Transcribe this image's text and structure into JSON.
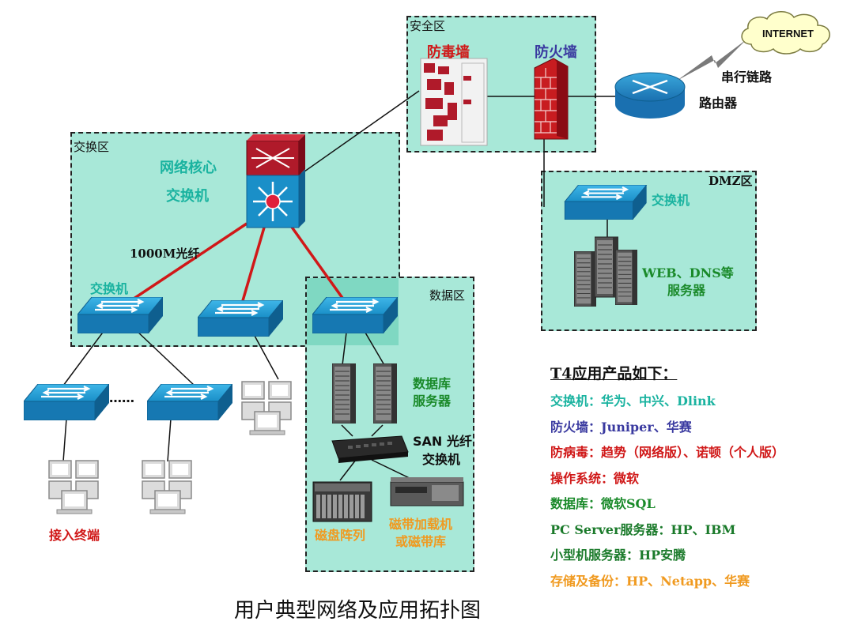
{
  "zones": {
    "security": "安全区",
    "switching": "交换区",
    "data": "数据区",
    "dmz": "DMZ区"
  },
  "labels": {
    "antivirus": "防毒墙",
    "firewall": "防火墙",
    "internet": "INTERNET",
    "serial_link": "串行链路",
    "router": "路由器",
    "core_switch_1": "网络核心",
    "core_switch_2": "交换机",
    "fiber": "1000M光纤",
    "switch_left": "交换机",
    "dots": "……",
    "access_terminal": "接入终端",
    "db_server_1": "数据库",
    "db_server_2": "服务器",
    "san_switch_1": "SAN 光纤",
    "san_switch_2": "交换机",
    "disk_array": "磁盘阵列",
    "tape_1": "磁带加载机",
    "tape_2": "或磁带库",
    "dmz_switch": "交换机",
    "web_server_1": "WEB、DNS等",
    "web_server_2": "服务器"
  },
  "products": {
    "title": "T4应用产品如下：",
    "items": [
      {
        "text": "交换机：华为、中兴、Dlink",
        "color": "#1ab3a0"
      },
      {
        "text": "防火墙：Juniper、华赛",
        "color": "#3a3aa0"
      },
      {
        "text": "防病毒：趋势（网络版）、诺顿（个人版）",
        "color": "#d01818"
      },
      {
        "text": "操作系统：微软",
        "color": "#d01818"
      },
      {
        "text": "数据库：微软SQL",
        "color": "#1a8a2a"
      },
      {
        "text": "PC Server服务器：HP、IBM",
        "color": "#1a7a2a"
      },
      {
        "text": "小型机服务器：HP安腾",
        "color": "#1a7a2a"
      },
      {
        "text": "存储及备份：HP、Netapp、华赛",
        "color": "#f09a20"
      }
    ]
  },
  "caption": "用户典型网络及应用拓扑图",
  "colors": {
    "zone_fill": "#a8e8d8",
    "teal_text": "#1ab3a0",
    "red_text": "#d01818",
    "blue_text": "#3a3aa0",
    "green_text": "#1a8a2a",
    "orange_text": "#f09a20",
    "switch_blue": "#1a8fc8",
    "fiber_red": "#d01818"
  }
}
